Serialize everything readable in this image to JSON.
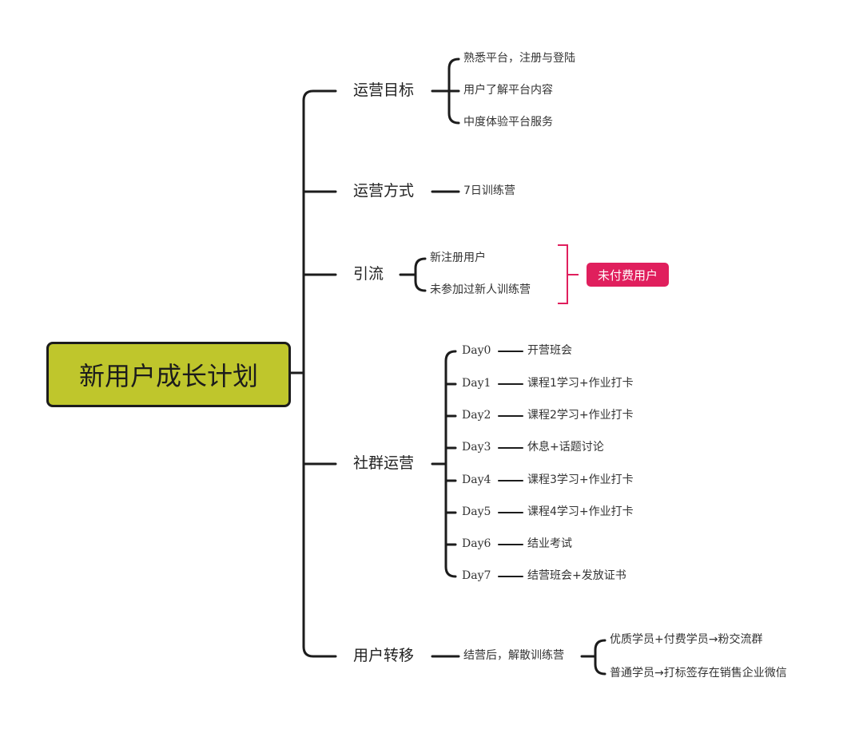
{
  "root": {
    "label": "新用户成长计划"
  },
  "branches": [
    {
      "label": "运营目标",
      "children": [
        "熟悉平台，注册与登陆",
        "用户了解平台内容",
        "中度体验平台服务"
      ]
    },
    {
      "label": "运营方式",
      "children": [
        "7日训练营"
      ]
    },
    {
      "label": "引流",
      "children": [
        "新注册用户",
        "未参加过新人训练营"
      ],
      "tag": "未付费用户"
    },
    {
      "label": "社群运营",
      "days": [
        {
          "day": "Day0",
          "task": "开营班会"
        },
        {
          "day": "Day1",
          "task": "课程1学习+作业打卡"
        },
        {
          "day": "Day2",
          "task": "课程2学习+作业打卡"
        },
        {
          "day": "Day3",
          "task": "休息+话题讨论"
        },
        {
          "day": "Day4",
          "task": "课程3学习+作业打卡"
        },
        {
          "day": "Day5",
          "task": "课程4学习+作业打卡"
        },
        {
          "day": "Day6",
          "task": "结业考试"
        },
        {
          "day": "Day7",
          "task": "结营班会+发放证书"
        }
      ]
    },
    {
      "label": "用户转移",
      "child": "结营后，解散训练营",
      "outcomes": [
        "优质学员+付费学员→粉交流群",
        "普通学员→打标签存在销售企业微信"
      ]
    }
  ],
  "colors": {
    "root_fill": "#bfc62c",
    "line": "#1c1c1c",
    "accent": "#e01f5d"
  }
}
